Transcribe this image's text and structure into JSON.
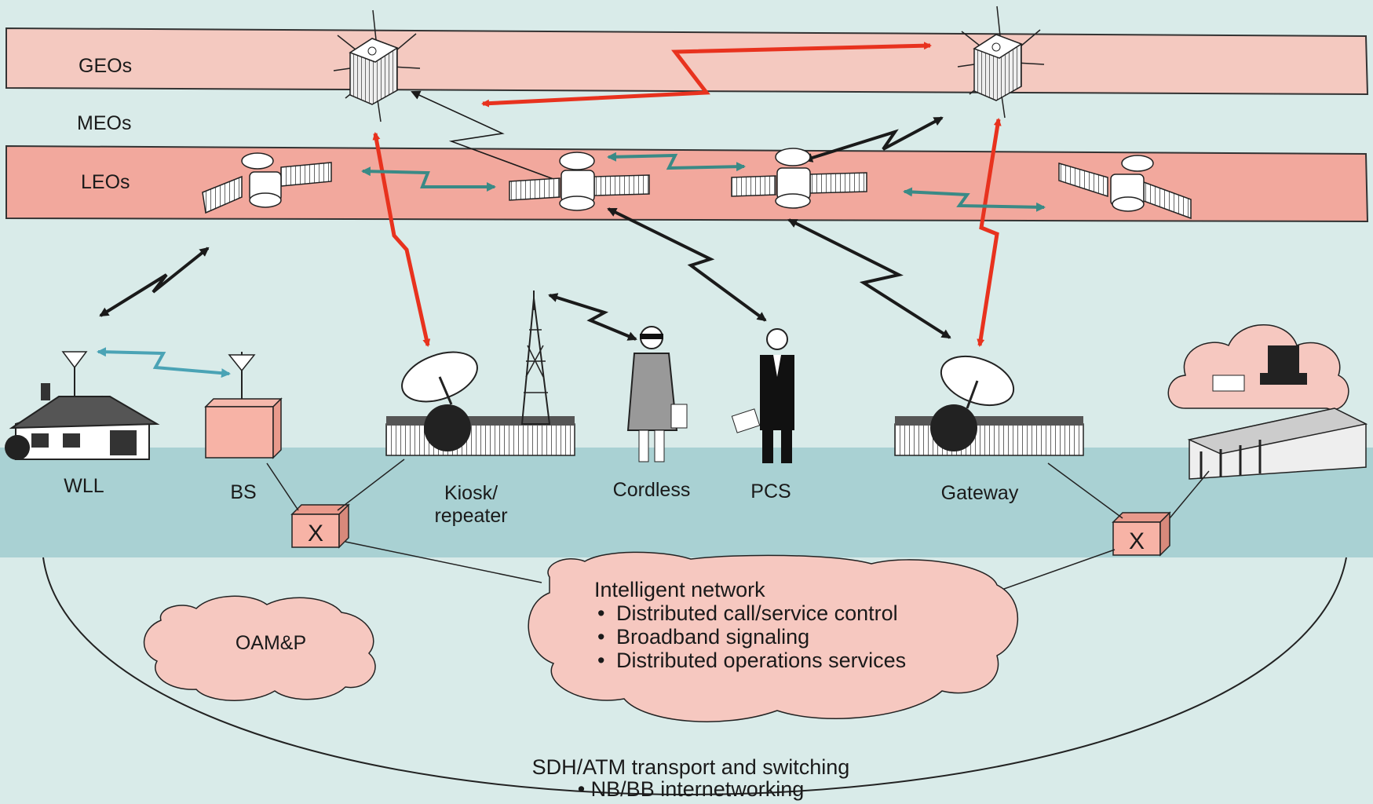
{
  "orbits": {
    "geo": "GEOs",
    "meo": "MEOs",
    "leo": "LEOs"
  },
  "ground": {
    "wll": "WLL",
    "bs": "BS",
    "kiosk_line1": "Kiosk/",
    "kiosk_line2": "repeater",
    "cordless": "Cordless",
    "pcs": "PCS",
    "gateway": "Gateway",
    "switch_symbol": "X"
  },
  "intelligent_network": {
    "title": "Intelligent network",
    "items": [
      "Distributed call/service control",
      "Broadband signaling",
      "Distributed operations services"
    ]
  },
  "oamp": "OAM&P",
  "transport": {
    "title": "SDH/ATM transport and switching",
    "item": "NB/BB internetworking"
  },
  "colors": {
    "background": "#d9ebe9",
    "ground_band": "#a9d1d3",
    "orbit_band": "#f4c6bd",
    "leo_band": "#f2a89d",
    "cloud": "#f6c8c0",
    "red_link": "#e8321e",
    "teal_link": "#3a8a86",
    "black_link": "#1a1a1a"
  }
}
